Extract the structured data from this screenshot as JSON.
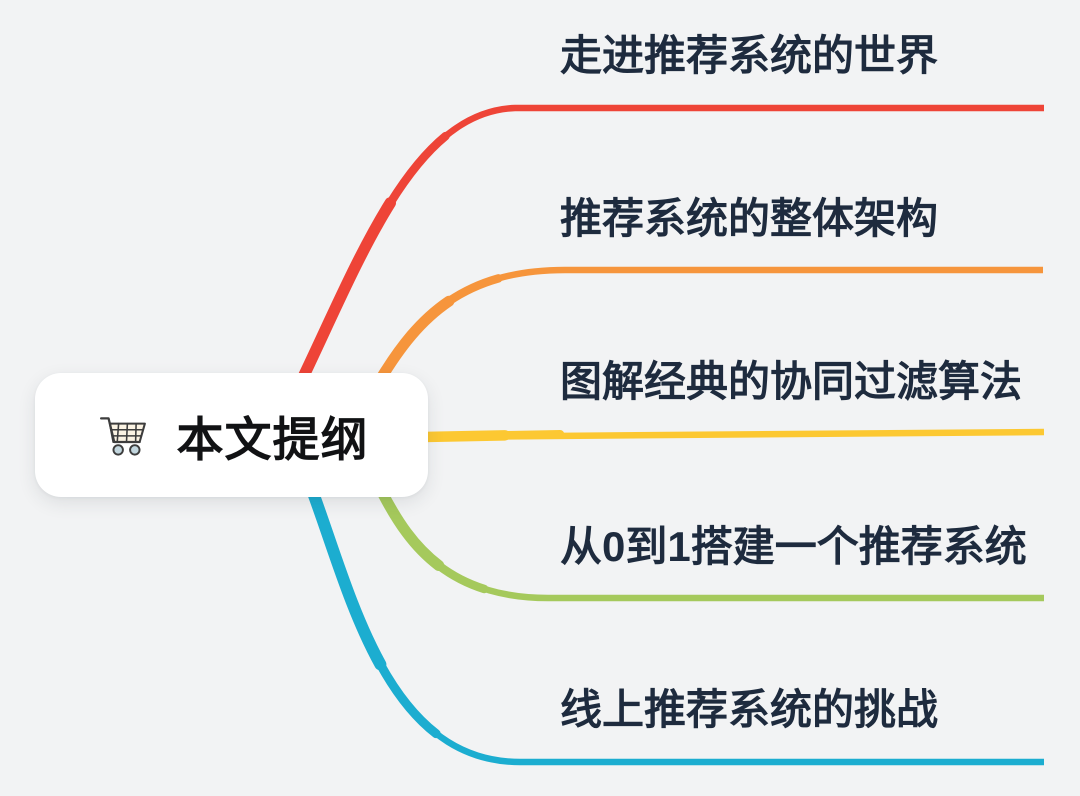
{
  "background_color": "#f2f3f4",
  "text_color": "#1e2b3e",
  "root": {
    "label": "本文提纲",
    "icon": "shopping-cart-icon",
    "card_color": "#ffffff",
    "icon_colors": {
      "body": "#fbf3e3",
      "wheels": "#c2d6de",
      "outline": "#3d3d3d"
    }
  },
  "branches": [
    {
      "label": "走进推荐系统的世界",
      "color": "#ee4437"
    },
    {
      "label": "推荐系统的整体架构",
      "color": "#f6953c"
    },
    {
      "label": "图解经典的协同过滤算法",
      "color": "#fcc832"
    },
    {
      "label": "从0到1搭建一个推荐系统",
      "color": "#a5c95c"
    },
    {
      "label": "线上推荐系统的挑战",
      "color": "#1cadd0"
    }
  ]
}
